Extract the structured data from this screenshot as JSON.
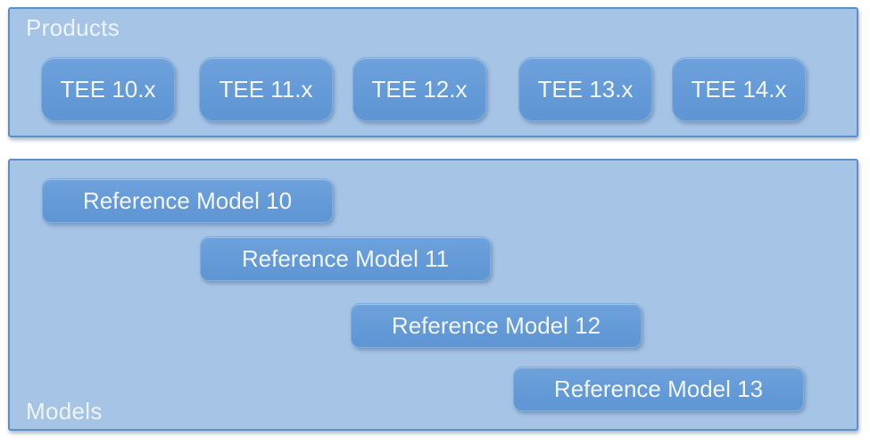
{
  "diagram": {
    "products_panel": {
      "label": "Products",
      "items": [
        {
          "label": "TEE 10.x"
        },
        {
          "label": "TEE 11.x"
        },
        {
          "label": "TEE 12.x"
        },
        {
          "label": "TEE 13.x"
        },
        {
          "label": "TEE 14.x"
        }
      ]
    },
    "models_panel": {
      "label": "Models",
      "items": [
        {
          "label": "Reference Model 10"
        },
        {
          "label": "Reference Model 11"
        },
        {
          "label": "Reference Model 12"
        },
        {
          "label": "Reference Model 13"
        }
      ]
    },
    "colors": {
      "panel_fill": "#a6c4e6",
      "panel_border": "#5e8fc9",
      "node_fill": "#659bd6",
      "node_border": "#7daede",
      "text": "#f1f7fd",
      "page_background": "#ffffff"
    }
  }
}
